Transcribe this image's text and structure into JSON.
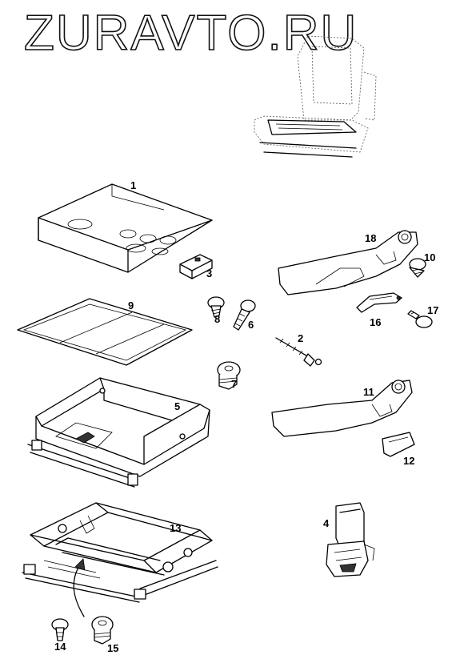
{
  "watermark": "ZURAVTO.RU",
  "callouts": {
    "c1": "1",
    "c2": "2",
    "c3": "3",
    "c4": "4",
    "c5": "5",
    "c6": "6",
    "c7": "7",
    "c8": "8",
    "c9": "9",
    "c10": "10",
    "c11": "11",
    "c12": "12",
    "c13": "13",
    "c14": "14",
    "c15": "15",
    "c16": "16",
    "c17": "17",
    "c18": "18"
  }
}
